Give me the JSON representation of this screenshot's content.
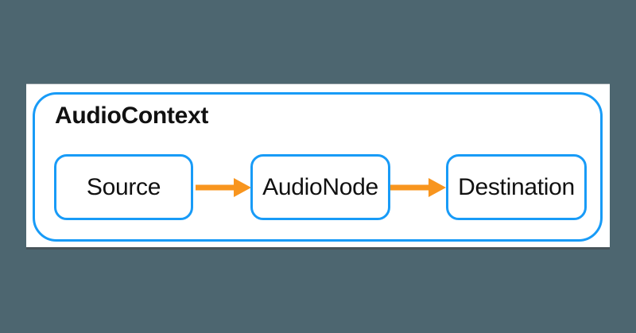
{
  "colors": {
    "background": "#4D6670",
    "card_background": "#FFFFFF",
    "outline_blue": "#189BF7",
    "arrow_orange": "#F8951E",
    "text_black": "#111111"
  },
  "diagram": {
    "container_label": "AudioContext",
    "nodes": [
      {
        "id": "source",
        "label": "Source"
      },
      {
        "id": "audionode",
        "label": "AudioNode"
      },
      {
        "id": "destination",
        "label": "Destination"
      }
    ],
    "connections": [
      {
        "from": "source",
        "to": "audionode"
      },
      {
        "from": "audionode",
        "to": "destination"
      }
    ]
  }
}
